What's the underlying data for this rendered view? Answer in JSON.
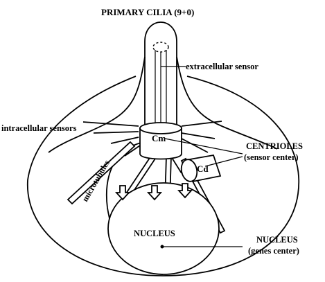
{
  "diagram": {
    "title": "PRIMARY CILIA (9+0)",
    "labels": {
      "extracellular": "extracellular sensor",
      "intracellular": "intracellular sensors",
      "centrioles": "CENTRIOLES",
      "centrioles_sub": "(sensor center)",
      "microtubules": "microtubules",
      "cm": "Cm",
      "cd": "Cd",
      "nucleus_inner": "NUCLEUS",
      "nucleus_right": "NUCLEUS",
      "nucleus_right_sub": "(genes center)"
    },
    "colors": {
      "ink": "#000000",
      "background": "#ffffff"
    }
  }
}
